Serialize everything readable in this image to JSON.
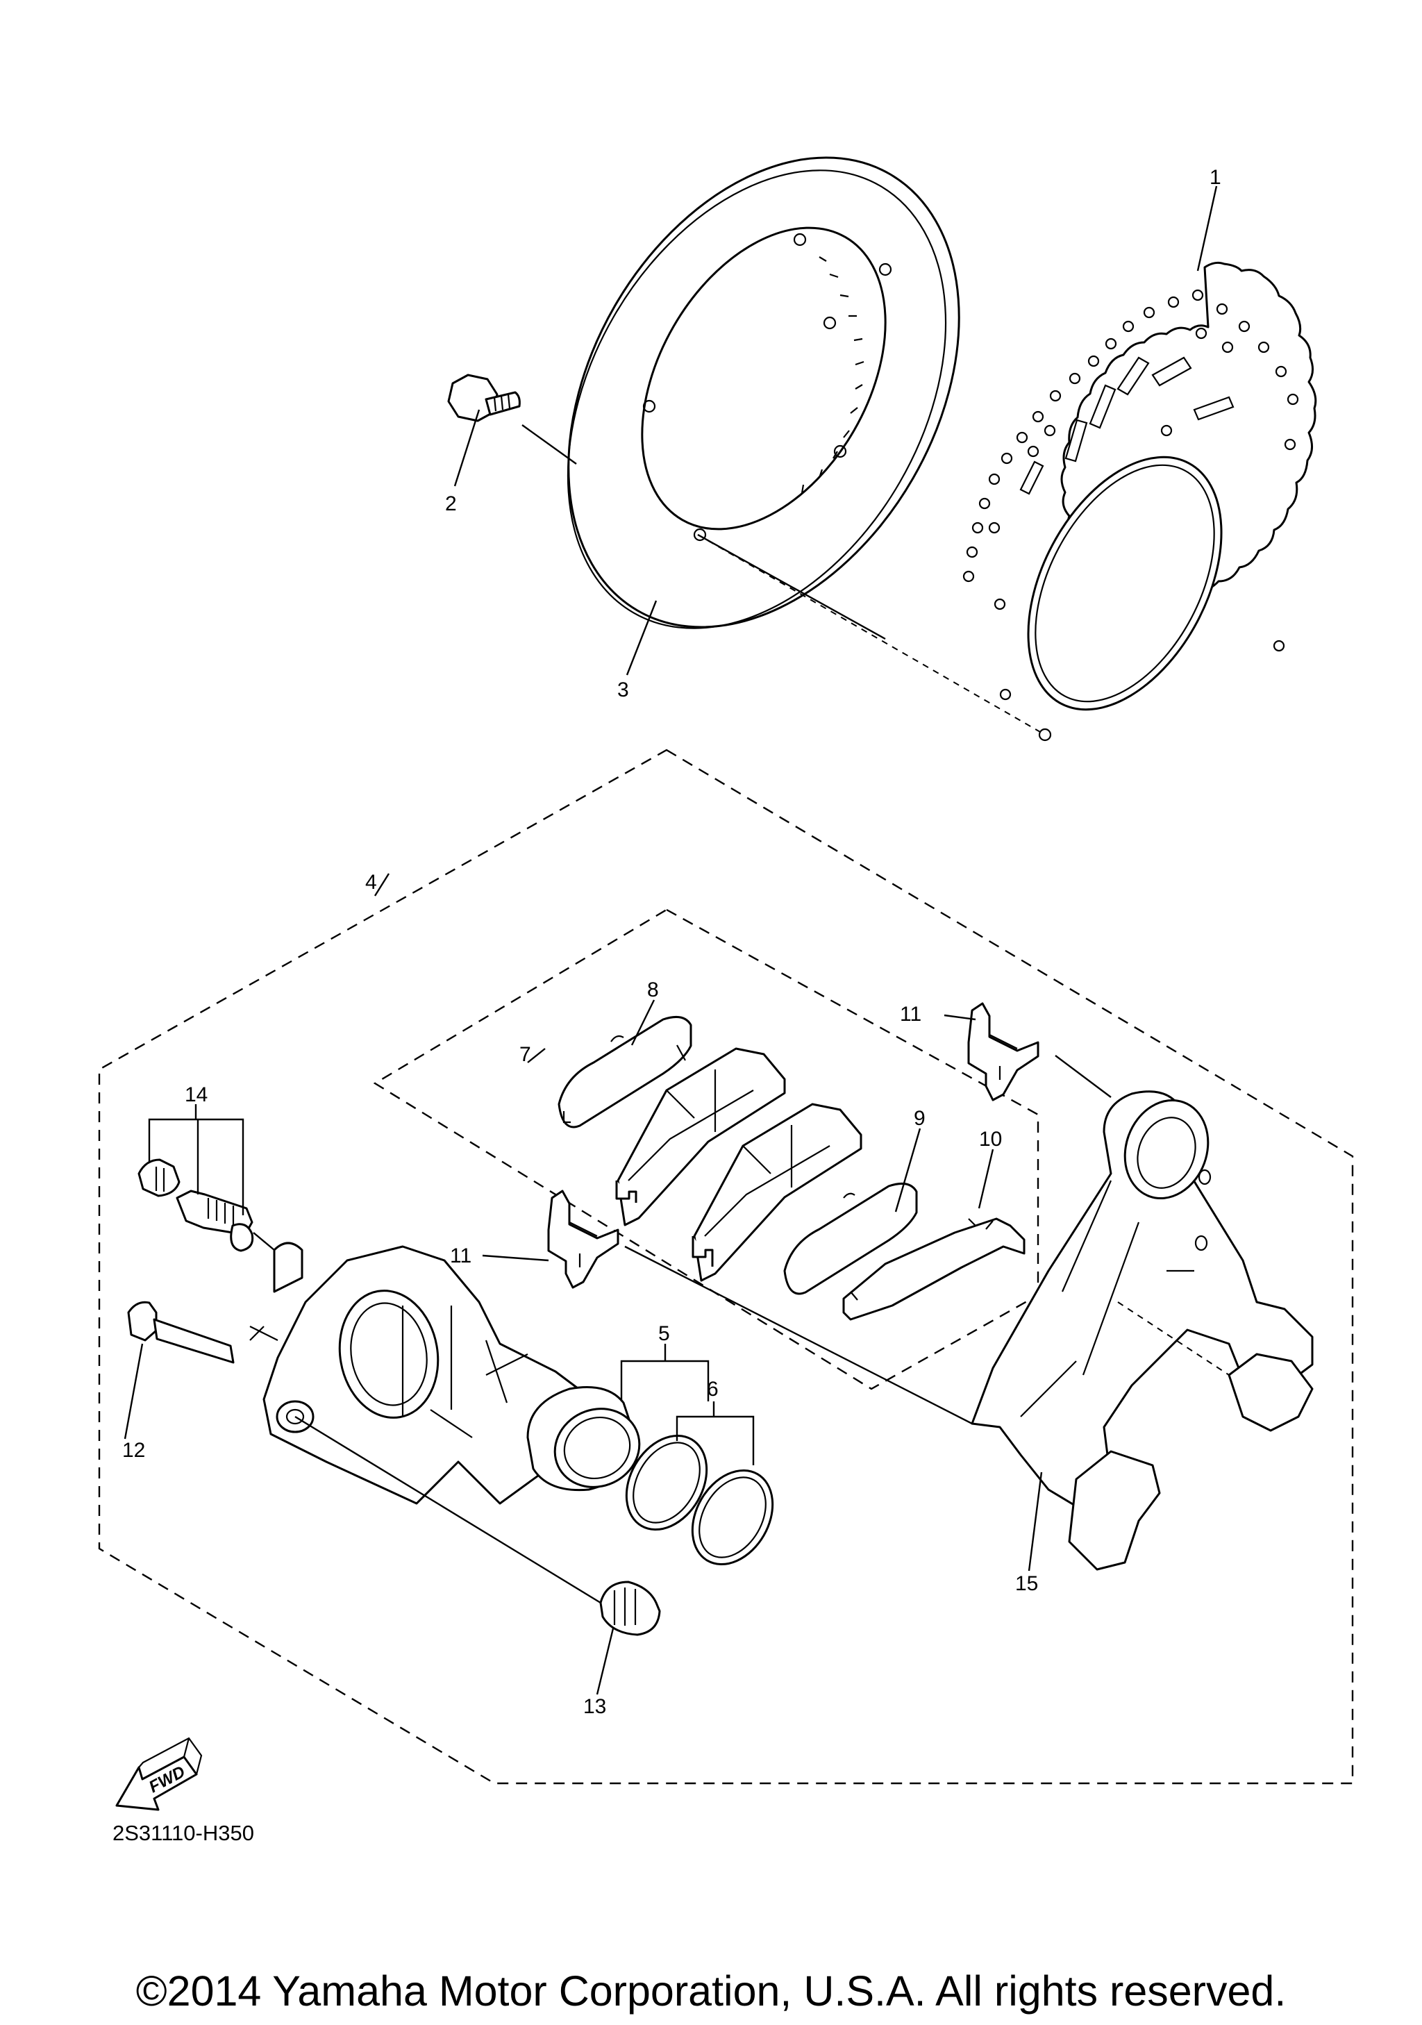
{
  "diagram": {
    "callouts": [
      "1",
      "2",
      "3",
      "4",
      "5",
      "6",
      "7",
      "8",
      "9",
      "10",
      "11",
      "11",
      "12",
      "13",
      "14",
      "15"
    ],
    "fwd_label": "FWD",
    "diagram_code": "2S31110-H350"
  },
  "footer": {
    "copyright": "©2014 Yamaha Motor Corporation, U.S.A. All rights reserved."
  }
}
